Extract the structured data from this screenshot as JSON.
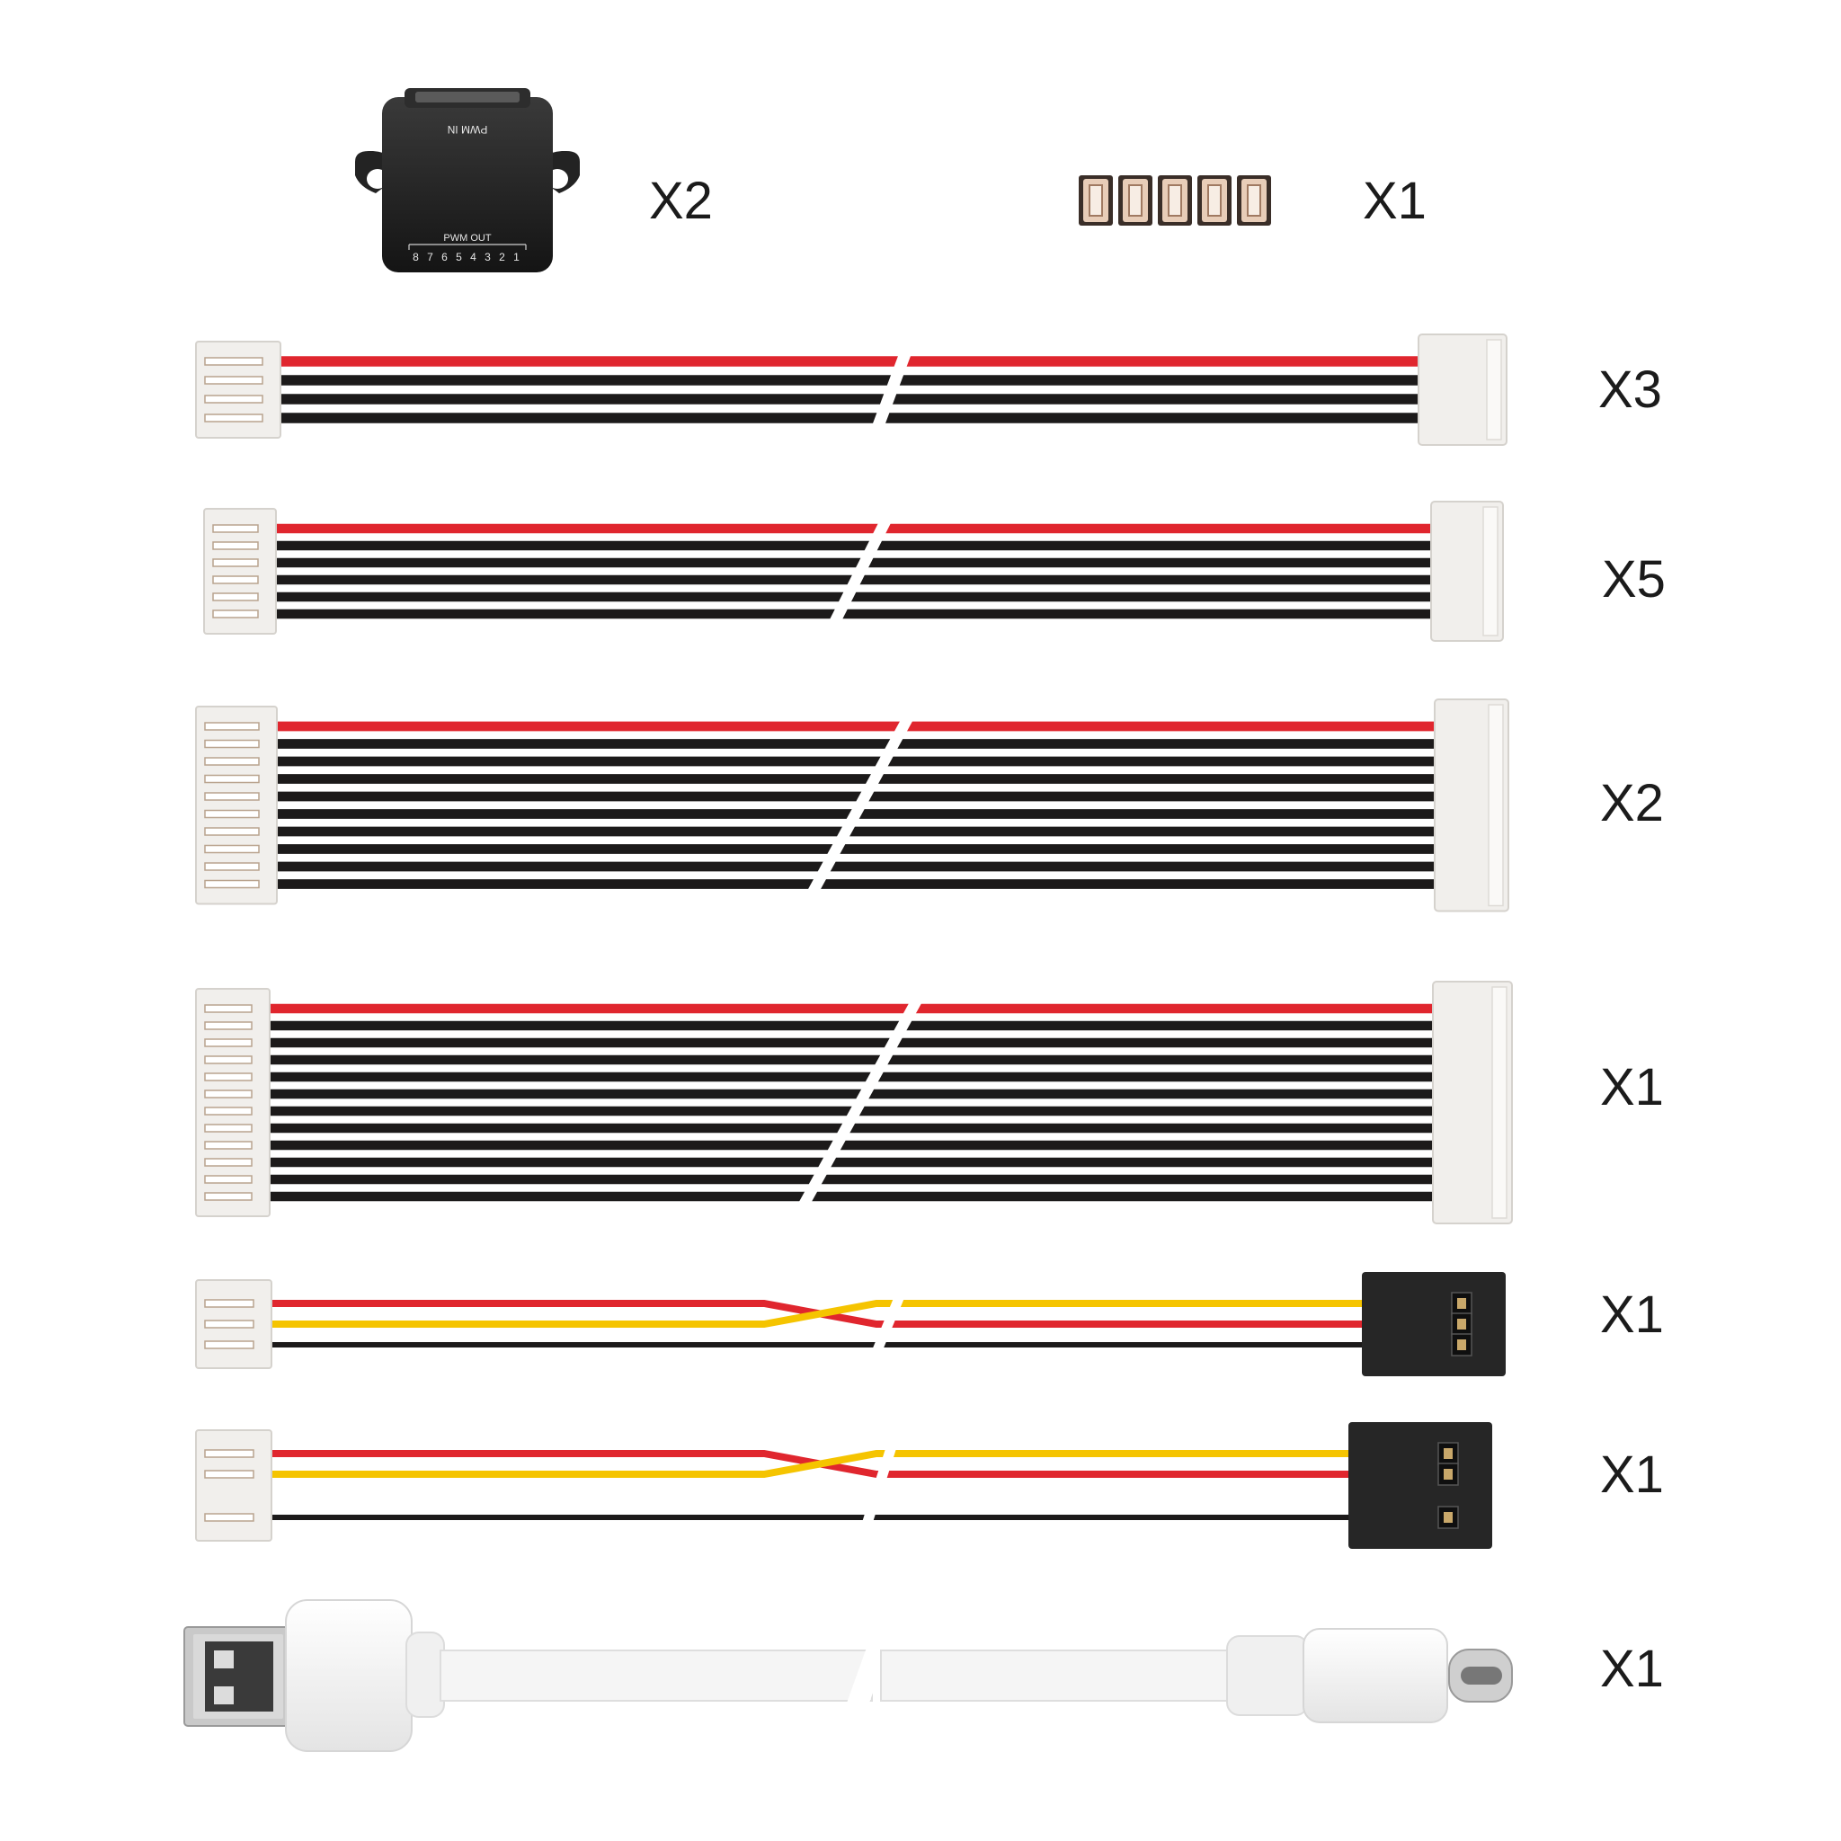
{
  "module": {
    "top_label": "PWM IN",
    "bottom_label": "PWM OUT",
    "pin_numbers": "8 7 6 5 4 3 2 1"
  },
  "items": [
    {
      "id": "pwm-module",
      "quantity": "X2"
    },
    {
      "id": "jst-connector-strip",
      "quantity": "X1"
    },
    {
      "id": "cable-4pin",
      "quantity": "X3"
    },
    {
      "id": "cable-6pin",
      "quantity": "X5"
    },
    {
      "id": "cable-10pin",
      "quantity": "X2"
    },
    {
      "id": "cable-12pin",
      "quantity": "X1"
    },
    {
      "id": "servo-cable-a",
      "quantity": "X1"
    },
    {
      "id": "servo-cable-b",
      "quantity": "X1"
    },
    {
      "id": "usb-cable",
      "quantity": "X1"
    }
  ],
  "colors": {
    "red_wire": "#e0262e",
    "black_wire": "#1c1a1a",
    "yellow_wire": "#f5c400",
    "connector": "#f1efec",
    "module_body": "#1f1f1f",
    "usb_white": "#f3f3f3",
    "dupont": "#262626"
  }
}
